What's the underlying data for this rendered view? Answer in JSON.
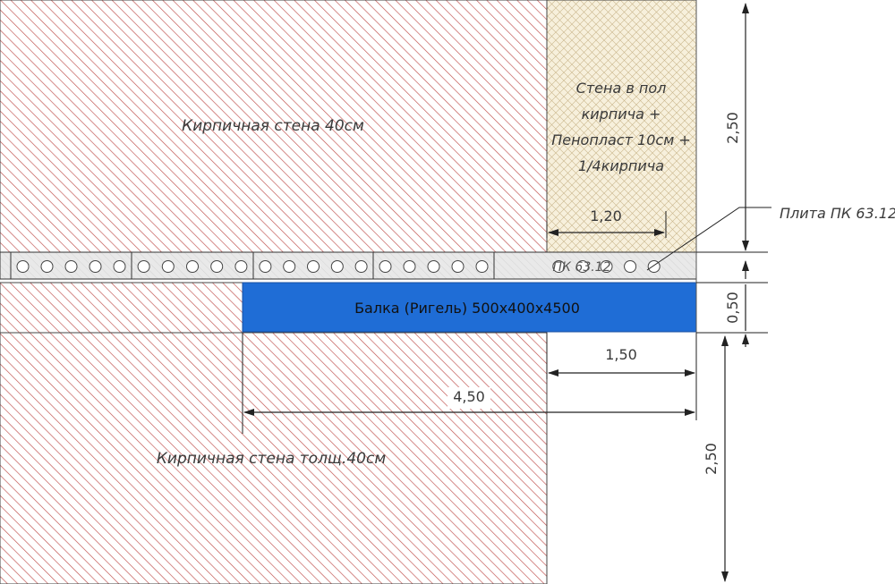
{
  "colors": {
    "brick_hatch": "#c0504d",
    "insulation_fill": "#f7f0dc",
    "insulation_hatch": "#c9b58a",
    "slab_fill": "#e6e6e6",
    "beam_fill": "#1f6dd6",
    "line": "#222222"
  },
  "labels": {
    "brick_wall_top": "Кирпичная стена 40см",
    "brick_wall_bottom": "Кирпичная стена толщ.40см",
    "composite_wall_line1": "Стена в пол",
    "composite_wall_line2": "кирпича +",
    "composite_wall_line3": "Пенопласт 10см +",
    "composite_wall_line4": "1/4кирпича",
    "slab_callout": "Плита ПК 63.12",
    "slab_inline": "ПК 63.12",
    "beam": "Балка (Ригель) 500х400х4500"
  },
  "dimensions": {
    "wall_top_height": "2,50",
    "slab_bearing": "1,20",
    "beam_height": "0,50",
    "beam_bearing": "1,50",
    "beam_length": "4,50",
    "wall_bottom_height": "2,50"
  },
  "icons": [
    "hole-circle-icon",
    "arrow-head-icon"
  ]
}
